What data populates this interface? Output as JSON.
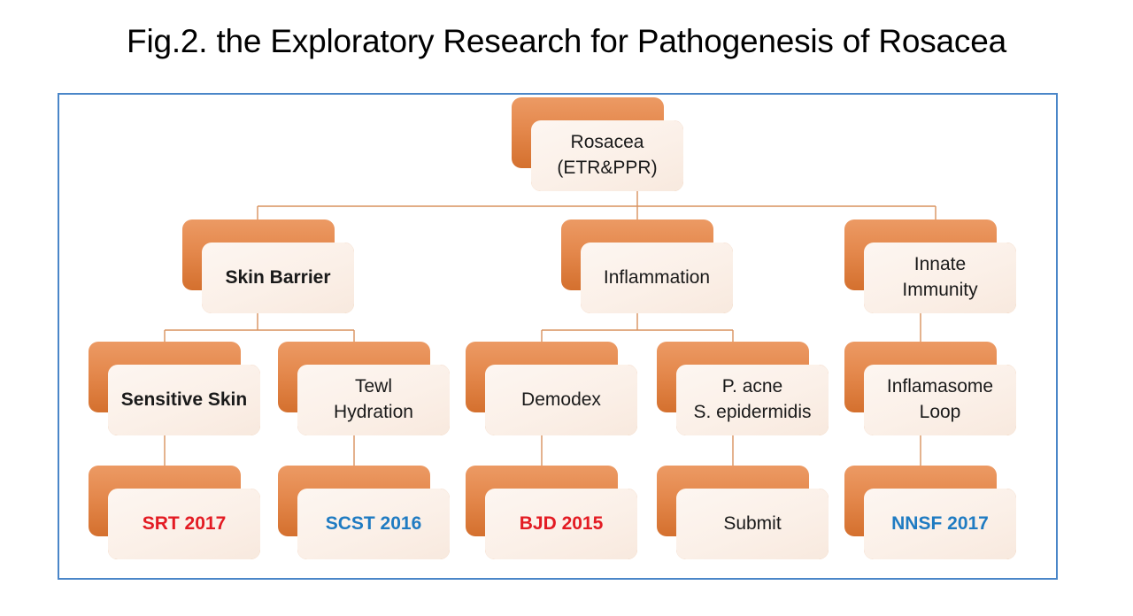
{
  "title": "Fig.2. the Exploratory Research for Pathogenesis of Rosacea",
  "colors": {
    "frame_border": "#4A86C8",
    "node_shadow_orange_top": "#EC9A64",
    "node_shadow_orange_bottom": "#D4702E",
    "node_face_cream": "#FDF6F1",
    "node_outline": "#D9925E",
    "connector": "#D9925E",
    "text_default": "#1A1A1A",
    "text_red": "#E31B23",
    "text_blue": "#1F7BC2"
  },
  "chart_data": {
    "type": "diagram",
    "diagram_kind": "organizational-tree",
    "title": "Fig.2. the Exploratory Research for Pathogenesis of Rosacea",
    "levels": 4,
    "nodes": [
      {
        "id": "root",
        "level": 1,
        "lines": [
          "Rosacea",
          "(ETR&PPR)"
        ],
        "style": "plain",
        "parent": null
      },
      {
        "id": "skin-barrier",
        "level": 2,
        "lines": [
          "Skin Barrier"
        ],
        "style": "bold",
        "parent": "root"
      },
      {
        "id": "inflammation",
        "level": 2,
        "lines": [
          "Inflammation"
        ],
        "style": "plain",
        "parent": "root"
      },
      {
        "id": "innate",
        "level": 2,
        "lines": [
          "Innate",
          "Immunity"
        ],
        "style": "plain",
        "parent": "root"
      },
      {
        "id": "sensitive",
        "level": 3,
        "lines": [
          "Sensitive Skin"
        ],
        "style": "bold",
        "parent": "skin-barrier"
      },
      {
        "id": "tewl",
        "level": 3,
        "lines": [
          "Tewl",
          "Hydration"
        ],
        "style": "plain",
        "parent": "skin-barrier"
      },
      {
        "id": "demodex",
        "level": 3,
        "lines": [
          "Demodex"
        ],
        "style": "plain",
        "parent": "inflammation"
      },
      {
        "id": "pacne",
        "level": 3,
        "lines": [
          "P. acne",
          "S. epidermidis"
        ],
        "style": "plain",
        "parent": "inflammation"
      },
      {
        "id": "inflamasome",
        "level": 3,
        "lines": [
          "Inflamasome",
          "Loop"
        ],
        "style": "plain",
        "parent": "innate"
      },
      {
        "id": "srt",
        "level": 4,
        "lines": [
          "SRT 2017"
        ],
        "style": "red",
        "parent": "sensitive"
      },
      {
        "id": "scst",
        "level": 4,
        "lines": [
          "SCST 2016"
        ],
        "style": "blue",
        "parent": "tewl"
      },
      {
        "id": "bjd",
        "level": 4,
        "lines": [
          "BJD 2015"
        ],
        "style": "red",
        "parent": "demodex"
      },
      {
        "id": "submit",
        "level": 4,
        "lines": [
          "Submit"
        ],
        "style": "plain",
        "parent": "pacne"
      },
      {
        "id": "nnsf",
        "level": 4,
        "lines": [
          "NNSF 2017"
        ],
        "style": "blue",
        "parent": "inflamasome"
      }
    ]
  },
  "nodes": {
    "root": {
      "line1": "Rosacea",
      "line2": "(ETR&PPR)"
    },
    "skin_barrier": {
      "line1": "Skin Barrier",
      "line2": ""
    },
    "inflammation": {
      "line1": "Inflammation",
      "line2": ""
    },
    "innate": {
      "line1": "Innate",
      "line2": "Immunity"
    },
    "sensitive": {
      "line1": "Sensitive Skin",
      "line2": ""
    },
    "tewl": {
      "line1": "Tewl",
      "line2": "Hydration"
    },
    "demodex": {
      "line1": "Demodex",
      "line2": ""
    },
    "pacne": {
      "line1": "P. acne",
      "line2": "S. epidermidis"
    },
    "inflamasome": {
      "line1": "Inflamasome",
      "line2": "Loop"
    },
    "srt": {
      "line1": "SRT 2017",
      "line2": ""
    },
    "scst": {
      "line1": "SCST 2016",
      "line2": ""
    },
    "bjd": {
      "line1": "BJD 2015",
      "line2": ""
    },
    "submit": {
      "line1": "Submit",
      "line2": ""
    },
    "nnsf": {
      "line1": "NNSF 2017",
      "line2": ""
    }
  }
}
